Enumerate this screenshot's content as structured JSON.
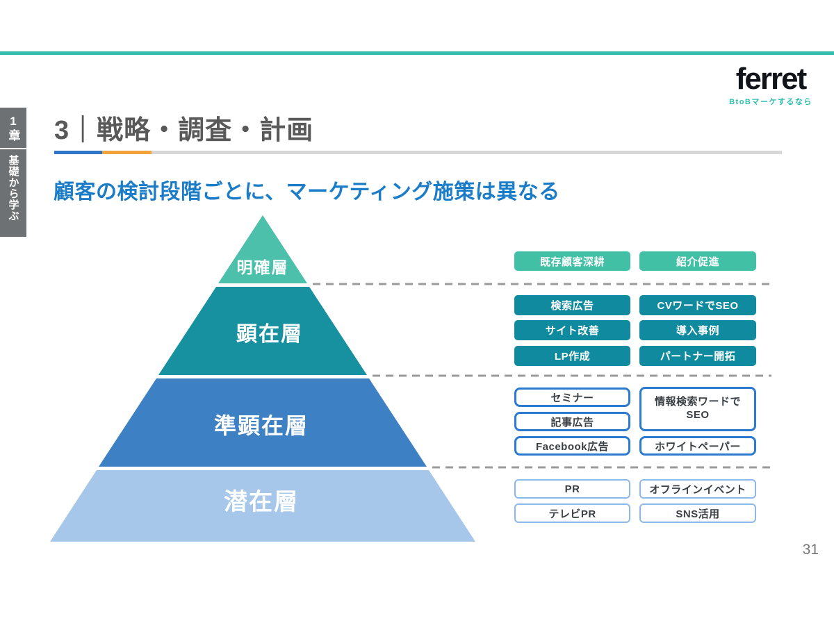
{
  "page": {
    "number": "31"
  },
  "logo": {
    "name": "ferret",
    "tagline": "BtoBマーケするなら"
  },
  "chapter_tab": {
    "chapter": "1章",
    "subtitle": "基礎から学ぶ"
  },
  "header": {
    "title": "3｜戦略・調査・計画"
  },
  "headline": "顧客の検討段階ごとに、マーケティング施策は異なる",
  "pyramid": {
    "layers": [
      {
        "label": "明確層",
        "color": "#4CC0AA"
      },
      {
        "label": "顕在層",
        "color": "#17909F"
      },
      {
        "label": "準顕在層",
        "color": "#3D80C4"
      },
      {
        "label": "潜在層",
        "color": "#A6C7E9"
      }
    ]
  },
  "strategies": {
    "clear": [
      "既存顧客深耕",
      "紹介促進"
    ],
    "apparent": [
      "検索広告",
      "CVワードでSEO",
      "サイト改善",
      "導入事例",
      "LP作成",
      "パートナー開拓"
    ],
    "semi_apparent": [
      "セミナー",
      "情報検索ワードでSEO",
      "記事広告",
      "Facebook広告",
      "ホワイトペーパー"
    ],
    "latent": [
      "PR",
      "オフラインイベント",
      "テレビPR",
      "SNS活用"
    ]
  },
  "colors": {
    "top_bar": "#35BDAC",
    "accent_blue": "#2E75C8",
    "accent_orange": "#F2A33C",
    "headline_blue": "#1B7CC8",
    "tag_teal": "#41C0A6",
    "tag_dark_teal": "#0F8A9E",
    "outline_blue": "#2B7AD0",
    "outline_light_blue": "#8CB9EA",
    "dash_gray": "#9B9B9B"
  }
}
